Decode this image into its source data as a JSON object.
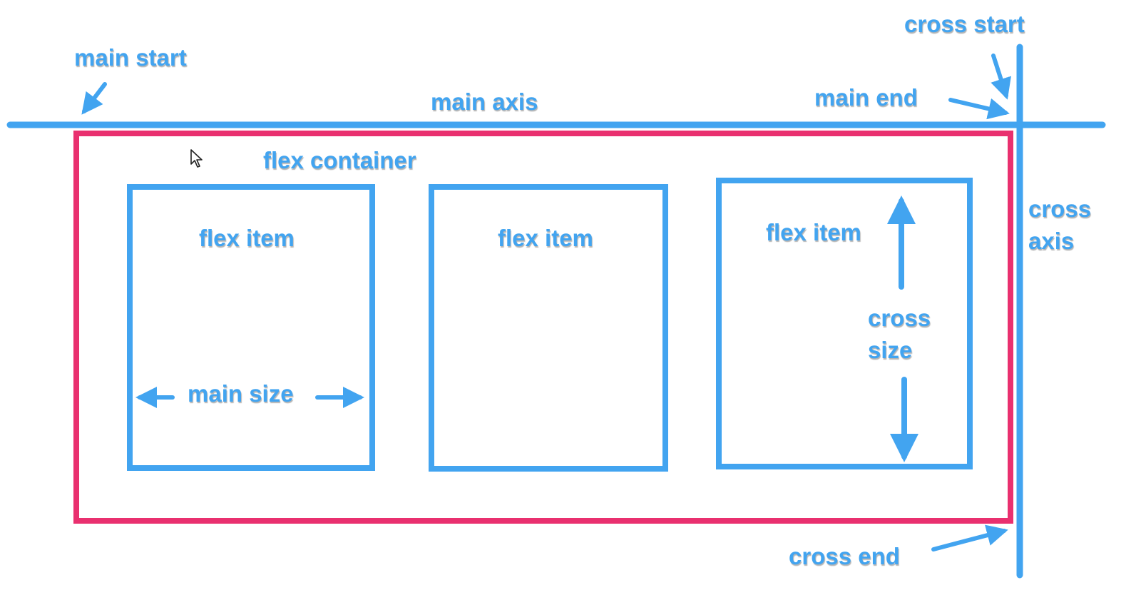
{
  "labels": {
    "main_start": "main start",
    "main_axis": "main axis",
    "main_end": "main end",
    "cross_start": "cross start",
    "flex_container": "flex container",
    "cross_axis_line1": "cross",
    "cross_axis_line2": "axis",
    "main_size": "main size",
    "cross_size_line1": "cross",
    "cross_size_line2": "size",
    "cross_end": "cross end"
  },
  "flex_items": [
    {
      "label": "flex item"
    },
    {
      "label": "flex item"
    },
    {
      "label": "flex item"
    }
  ],
  "colors": {
    "axis": "#42a4f0",
    "container_border": "#e9306f",
    "label": "#42a4f0"
  },
  "icons": [
    "mouse-cursor-icon"
  ]
}
